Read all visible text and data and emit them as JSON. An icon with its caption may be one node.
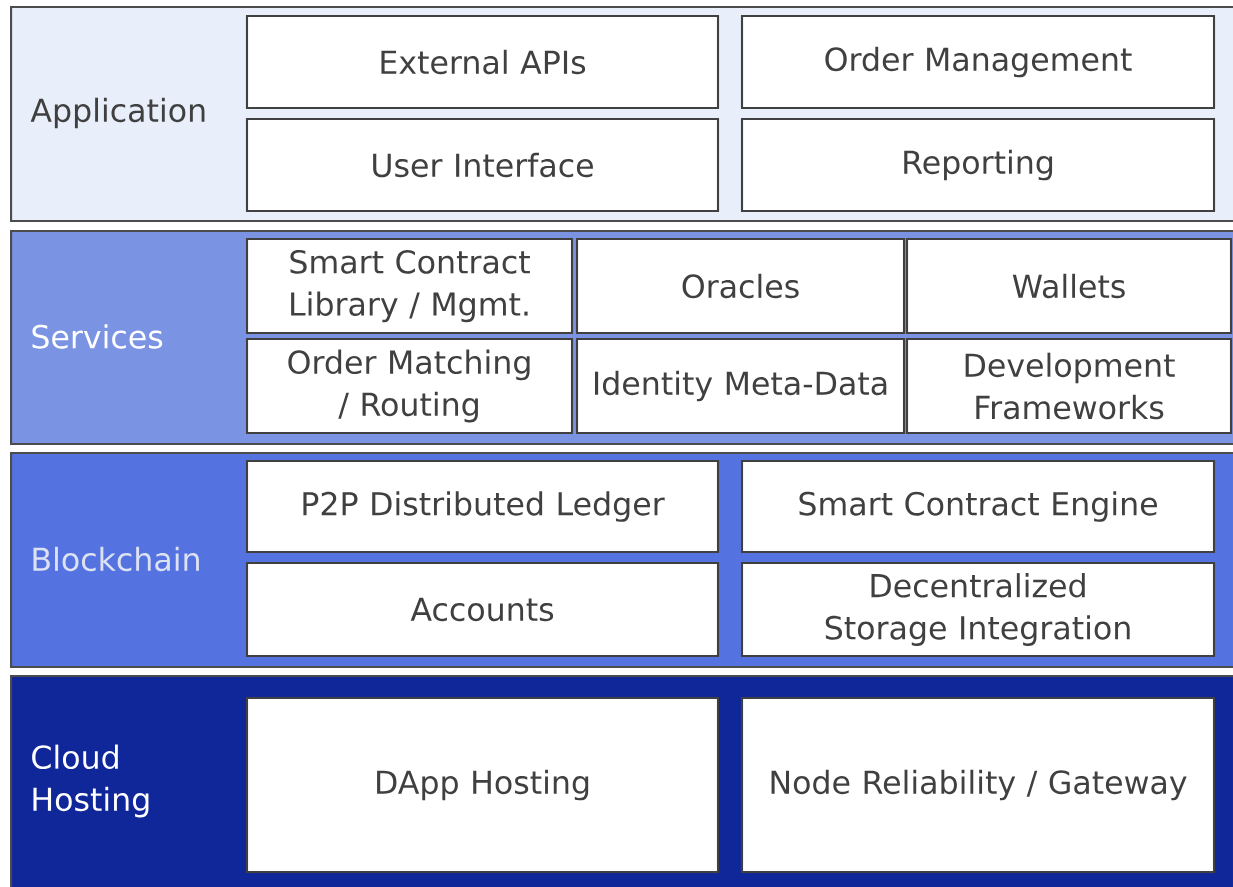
{
  "diagram": {
    "nodes": [
      {
        "text": [
          "Application"
        ]
      },
      {
        "text": [
          "External APIs"
        ],
        "in": 0
      },
      {
        "text": [
          "Order Management"
        ],
        "in": 0
      },
      {
        "text": [
          "User Interface"
        ],
        "in": 0
      },
      {
        "text": [
          "Reporting"
        ],
        "in": 0
      },
      {
        "text": [
          "Services"
        ]
      },
      {
        "text": [
          "Smart Contract Library / Mgmt."
        ],
        "in": 5
      },
      {
        "text": [
          "Oracles"
        ],
        "in": 5
      },
      {
        "text": [
          "Wallets"
        ],
        "in": 5
      },
      {
        "text": [
          "Order Matching / Routing"
        ],
        "in": 5
      },
      {
        "text": [
          "Identity Meta-Data"
        ],
        "in": 5
      },
      {
        "text": [
          "Development Frameworks"
        ],
        "in": 5
      },
      {
        "text": [
          "Blockchain"
        ]
      },
      {
        "text": [
          "P2P Distributed Ledger"
        ],
        "in": 12
      },
      {
        "text": [
          "Smart Contract Engine"
        ],
        "in": 12
      },
      {
        "text": [
          "Accounts"
        ],
        "in": 12
      },
      {
        "text": [
          "Decentralized Storage Integration"
        ],
        "in": 12
      },
      {
        "text": [
          "Cloud Hosting"
        ]
      },
      {
        "text": [
          "DApp Hosting"
        ],
        "in": 17
      },
      {
        "text": [
          "Node Reliability / Gateway"
        ],
        "in": 17
      }
    ]
  }
}
